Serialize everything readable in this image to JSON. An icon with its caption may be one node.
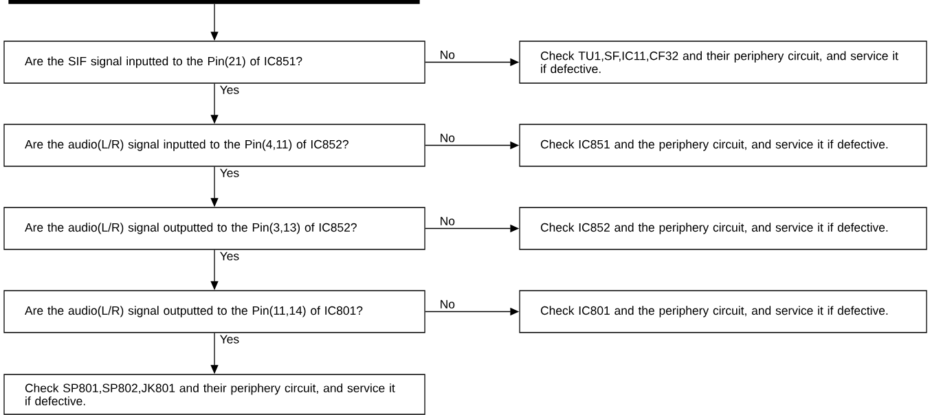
{
  "diagram": {
    "nodes": [
      {
        "text": [],
        "shape": "bar"
      },
      {
        "text": [
          "Are the SIF signal inputted to the Pin(21) of IC851?"
        ]
      },
      {
        "text": [
          "Check TU1,SF,IC11,CF32 and their periphery circuit, and service it if defective."
        ]
      },
      {
        "text": [
          "Are the audio(L/R) signal inputted to the Pin(4,11) of IC852?"
        ]
      },
      {
        "text": [
          "Check IC851 and the periphery circuit, and service it if defective."
        ]
      },
      {
        "text": [
          "Are the audio(L/R) signal outputted to the Pin(3,13) of IC852?"
        ]
      },
      {
        "text": [
          "Check IC852 and the periphery circuit, and service it if defective."
        ]
      },
      {
        "text": [
          "Are the audio(L/R) signal outputted to the Pin(11,14) of IC801?"
        ]
      },
      {
        "text": [
          "Check IC801 and the periphery circuit, and service it if defective."
        ]
      },
      {
        "text": [
          "Check SP801,SP802,JK801 and their periphery circuit, and service it if defective."
        ]
      }
    ],
    "edges": [
      {
        "from": 0,
        "to": 1,
        "arrow": "to"
      },
      {
        "from": 1,
        "to": 2,
        "arrow": "to",
        "label": "No"
      },
      {
        "from": 1,
        "to": 3,
        "arrow": "to",
        "label": "Yes"
      },
      {
        "from": 3,
        "to": 4,
        "arrow": "to",
        "label": "No"
      },
      {
        "from": 3,
        "to": 5,
        "arrow": "to",
        "label": "Yes"
      },
      {
        "from": 5,
        "to": 6,
        "arrow": "to",
        "label": "No"
      },
      {
        "from": 5,
        "to": 7,
        "arrow": "to",
        "label": "Yes"
      },
      {
        "from": 7,
        "to": 8,
        "arrow": "to",
        "label": "No"
      },
      {
        "from": 7,
        "to": 9,
        "arrow": "to",
        "label": "Yes"
      }
    ]
  }
}
